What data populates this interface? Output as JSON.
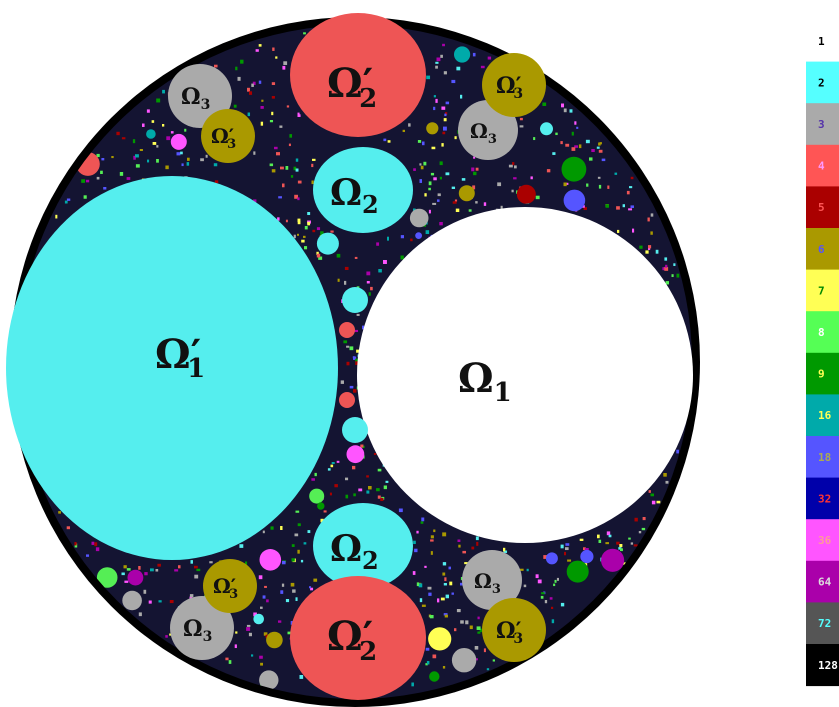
{
  "regions": {
    "omega1": "Ω",
    "omega1_sub": "1",
    "omega1p": "Ω′",
    "omega1p_sub": "1",
    "omega2": "Ω",
    "omega2_sub": "2",
    "omega2p": "Ω′",
    "omega2p_sub": "2",
    "omega3": "Ω",
    "omega3_sub": "3",
    "omega3p": "Ω′",
    "omega3p_sub": "3"
  },
  "colors": {
    "background": "#ffffff",
    "boundary": "#000000",
    "cyan": "#55eeee",
    "white": "#ffffff",
    "salmon": "#ee5555",
    "gray": "#aaaaaa",
    "olive": "#aa9900",
    "dark_red": "#aa0000",
    "yellow": "#ffff55",
    "green": "#55ee55",
    "teal": "#00aaaa"
  },
  "legend": [
    {
      "label": "1",
      "color": "#ffffff",
      "text_color": "#000000"
    },
    {
      "label": "2",
      "color": "#55ffff",
      "text_color": "#000000"
    },
    {
      "label": "3",
      "color": "#aaaaaa",
      "text_color": "#5533aa"
    },
    {
      "label": "4",
      "color": "#ff5555",
      "text_color": "#ff99ff"
    },
    {
      "label": "5",
      "color": "#aa0000",
      "text_color": "#ff5555"
    },
    {
      "label": "6",
      "color": "#aa9900",
      "text_color": "#5555ff"
    },
    {
      "label": "7",
      "color": "#ffff55",
      "text_color": "#008800"
    },
    {
      "label": "8",
      "color": "#55ff55",
      "text_color": "#ffffff"
    },
    {
      "label": "9",
      "color": "#009900",
      "text_color": "#ffff55"
    },
    {
      "label": "16",
      "color": "#00aaaa",
      "text_color": "#ffff55"
    },
    {
      "label": "18",
      "color": "#5555ff",
      "text_color": "#aaaa55"
    },
    {
      "label": "32",
      "color": "#0000aa",
      "text_color": "#ff3333"
    },
    {
      "label": "36",
      "color": "#ff55ff",
      "text_color": "#ff9999"
    },
    {
      "label": "64",
      "color": "#aa00aa",
      "text_color": "#dddddd"
    },
    {
      "label": "72",
      "color": "#555555",
      "text_color": "#55ffff"
    },
    {
      "label": "128",
      "color": "#000000",
      "text_color": "#ffffff"
    }
  ]
}
